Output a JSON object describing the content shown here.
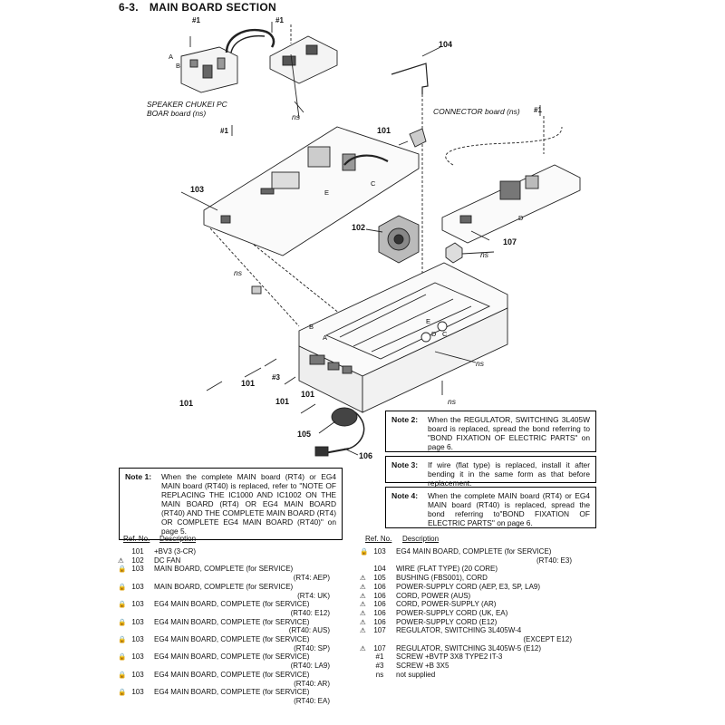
{
  "header": {
    "section_no": "6-3.",
    "section_title": "MAIN BOARD SECTION"
  },
  "diagram": {
    "labels": {
      "speaker_board": [
        "SPEAKER CHUKEI PC",
        "BOAR board (ns)"
      ],
      "connector_board": "CONNECTOR board (ns)",
      "ns": "ns",
      "screw_1": "#1",
      "screw_3": "#3",
      "ref_101": "101",
      "ref_102": "102",
      "ref_103": "103",
      "ref_104": "104",
      "ref_105": "105",
      "ref_106": "106",
      "ref_107": "107",
      "mark_a": "A",
      "mark_b": "B",
      "mark_c": "C",
      "mark_d": "D",
      "mark_e": "E"
    }
  },
  "notes": {
    "note1": {
      "head": "Note 1:",
      "text": "When the complete MAIN board (RT4) or EG4 MAIN board (RT40) is replaced, refer to \"NOTE OF REPLACING THE IC1000 AND IC1002 ON THE MAIN BOARD (RT4) OR EG4 MAIN BOARD (RT40) AND THE COMPLETE MAIN BOARD (RT4) OR COMPLETE EG4 MAIN BOARD (RT40)\" on page 5."
    },
    "note2": {
      "head": "Note 2:",
      "text": "When the REGULATOR, SWITCHING 3L405W board is replaced, spread the bond referring to \"BOND FIXATION OF ELECTRIC PARTS\" on page 6."
    },
    "note3": {
      "head": "Note 3:",
      "text": "If wire (flat type) is replaced, install it after bending it in the same form as that before replacement."
    },
    "note4": {
      "head": "Note 4:",
      "text": "When the complete MAIN board (RT4) or EG4 MAIN board (RT40) is replaced, spread the bond referring to\"BOND FIXATION OF ELECTRIC PARTS\" on page 6."
    }
  },
  "parts_table": {
    "col_ref": "Ref. No.",
    "col_desc": "Description",
    "left": [
      {
        "mark": "",
        "ref": "101",
        "desc": "+BV3 (3-CR)"
      },
      {
        "mark": "⚠",
        "ref": "102",
        "desc": "DC FAN"
      },
      {
        "mark": "🔒",
        "ref": "103",
        "desc": "MAIN BOARD, COMPLETE (for SERVICE)"
      },
      {
        "mark": "",
        "ref": "",
        "desc": "(RT4: AEP)"
      },
      {
        "mark": "🔒",
        "ref": "103",
        "desc": "MAIN BOARD, COMPLETE (for SERVICE)"
      },
      {
        "mark": "",
        "ref": "",
        "desc": "(RT4: UK)"
      },
      {
        "mark": "🔒",
        "ref": "103",
        "desc": "EG4 MAIN BOARD, COMPLETE (for SERVICE)"
      },
      {
        "mark": "",
        "ref": "",
        "desc": "(RT40: E12)"
      },
      {
        "mark": "",
        "ref": "",
        "desc": ""
      },
      {
        "mark": "🔒",
        "ref": "103",
        "desc": "EG4 MAIN BOARD, COMPLETE (for SERVICE)"
      },
      {
        "mark": "",
        "ref": "",
        "desc": "(RT40: AUS)"
      },
      {
        "mark": "🔒",
        "ref": "103",
        "desc": "EG4 MAIN BOARD, COMPLETE (for SERVICE)"
      },
      {
        "mark": "",
        "ref": "",
        "desc": "(RT40: SP)"
      },
      {
        "mark": "🔒",
        "ref": "103",
        "desc": "EG4 MAIN BOARD, COMPLETE (for SERVICE)"
      },
      {
        "mark": "",
        "ref": "",
        "desc": "(RT40: LA9)"
      },
      {
        "mark": "🔒",
        "ref": "103",
        "desc": "EG4 MAIN BOARD, COMPLETE (for SERVICE)"
      },
      {
        "mark": "",
        "ref": "",
        "desc": "(RT40: AR)"
      },
      {
        "mark": "🔒",
        "ref": "103",
        "desc": "EG4 MAIN BOARD, COMPLETE (for SERVICE)"
      },
      {
        "mark": "",
        "ref": "",
        "desc": "(RT40: EA)"
      }
    ],
    "right": [
      {
        "mark": "🔒",
        "ref": "103",
        "desc": "EG4 MAIN BOARD, COMPLETE (for SERVICE)"
      },
      {
        "mark": "",
        "ref": "",
        "desc": "(RT40: E3)"
      },
      {
        "mark": "",
        "ref": "",
        "desc": ""
      },
      {
        "mark": "",
        "ref": "104",
        "desc": "WIRE (FLAT TYPE) (20 CORE)"
      },
      {
        "mark": "⚠",
        "ref": "105",
        "desc": "BUSHING (FBS001), CORD"
      },
      {
        "mark": "⚠",
        "ref": "106",
        "desc": "POWER-SUPPLY CORD (AEP, E3, SP, LA9)"
      },
      {
        "mark": "⚠",
        "ref": "106",
        "desc": "CORD, POWER (AUS)"
      },
      {
        "mark": "",
        "ref": "",
        "desc": ""
      },
      {
        "mark": "⚠",
        "ref": "106",
        "desc": "CORD, POWER-SUPPLY (AR)"
      },
      {
        "mark": "⚠",
        "ref": "106",
        "desc": "POWER-SUPPLY CORD (UK, EA)"
      },
      {
        "mark": "⚠",
        "ref": "106",
        "desc": "POWER-SUPPLY CORD (E12)"
      },
      {
        "mark": "⚠",
        "ref": "107",
        "desc": "REGULATOR, SWITCHING 3L405W-4"
      },
      {
        "mark": "",
        "ref": "",
        "desc": "(EXCEPT E12)"
      },
      {
        "mark": "⚠",
        "ref": "107",
        "desc": "REGULATOR, SWITCHING 3L405W-5 (E12)"
      },
      {
        "mark": "",
        "ref": "",
        "desc": ""
      },
      {
        "mark": "",
        "ref": "#1",
        "desc": "SCREW +BVTP 3X8 TYPE2 IT-3"
      },
      {
        "mark": "",
        "ref": "#3",
        "desc": "SCREW +B 3X5"
      },
      {
        "mark": "",
        "ref": "ns",
        "desc": "not supplied"
      }
    ]
  }
}
